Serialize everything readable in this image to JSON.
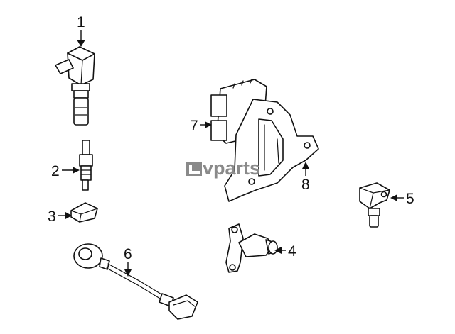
{
  "diagram": {
    "callouts": [
      {
        "id": "coil",
        "label": "1"
      },
      {
        "id": "spark-plug",
        "label": "2"
      },
      {
        "id": "clip",
        "label": "3"
      },
      {
        "id": "cam-sensor",
        "label": "4"
      },
      {
        "id": "crank-sensor",
        "label": "5"
      },
      {
        "id": "knock-sensor",
        "label": "6"
      },
      {
        "id": "ecm",
        "label": "7"
      },
      {
        "id": "bracket",
        "label": "8"
      }
    ]
  },
  "watermark": {
    "text": "vparts",
    "logo": "lv-logo-icon",
    "color": "#8a8a8a"
  },
  "colors": {
    "line": "#111111",
    "background": "#ffffff"
  }
}
